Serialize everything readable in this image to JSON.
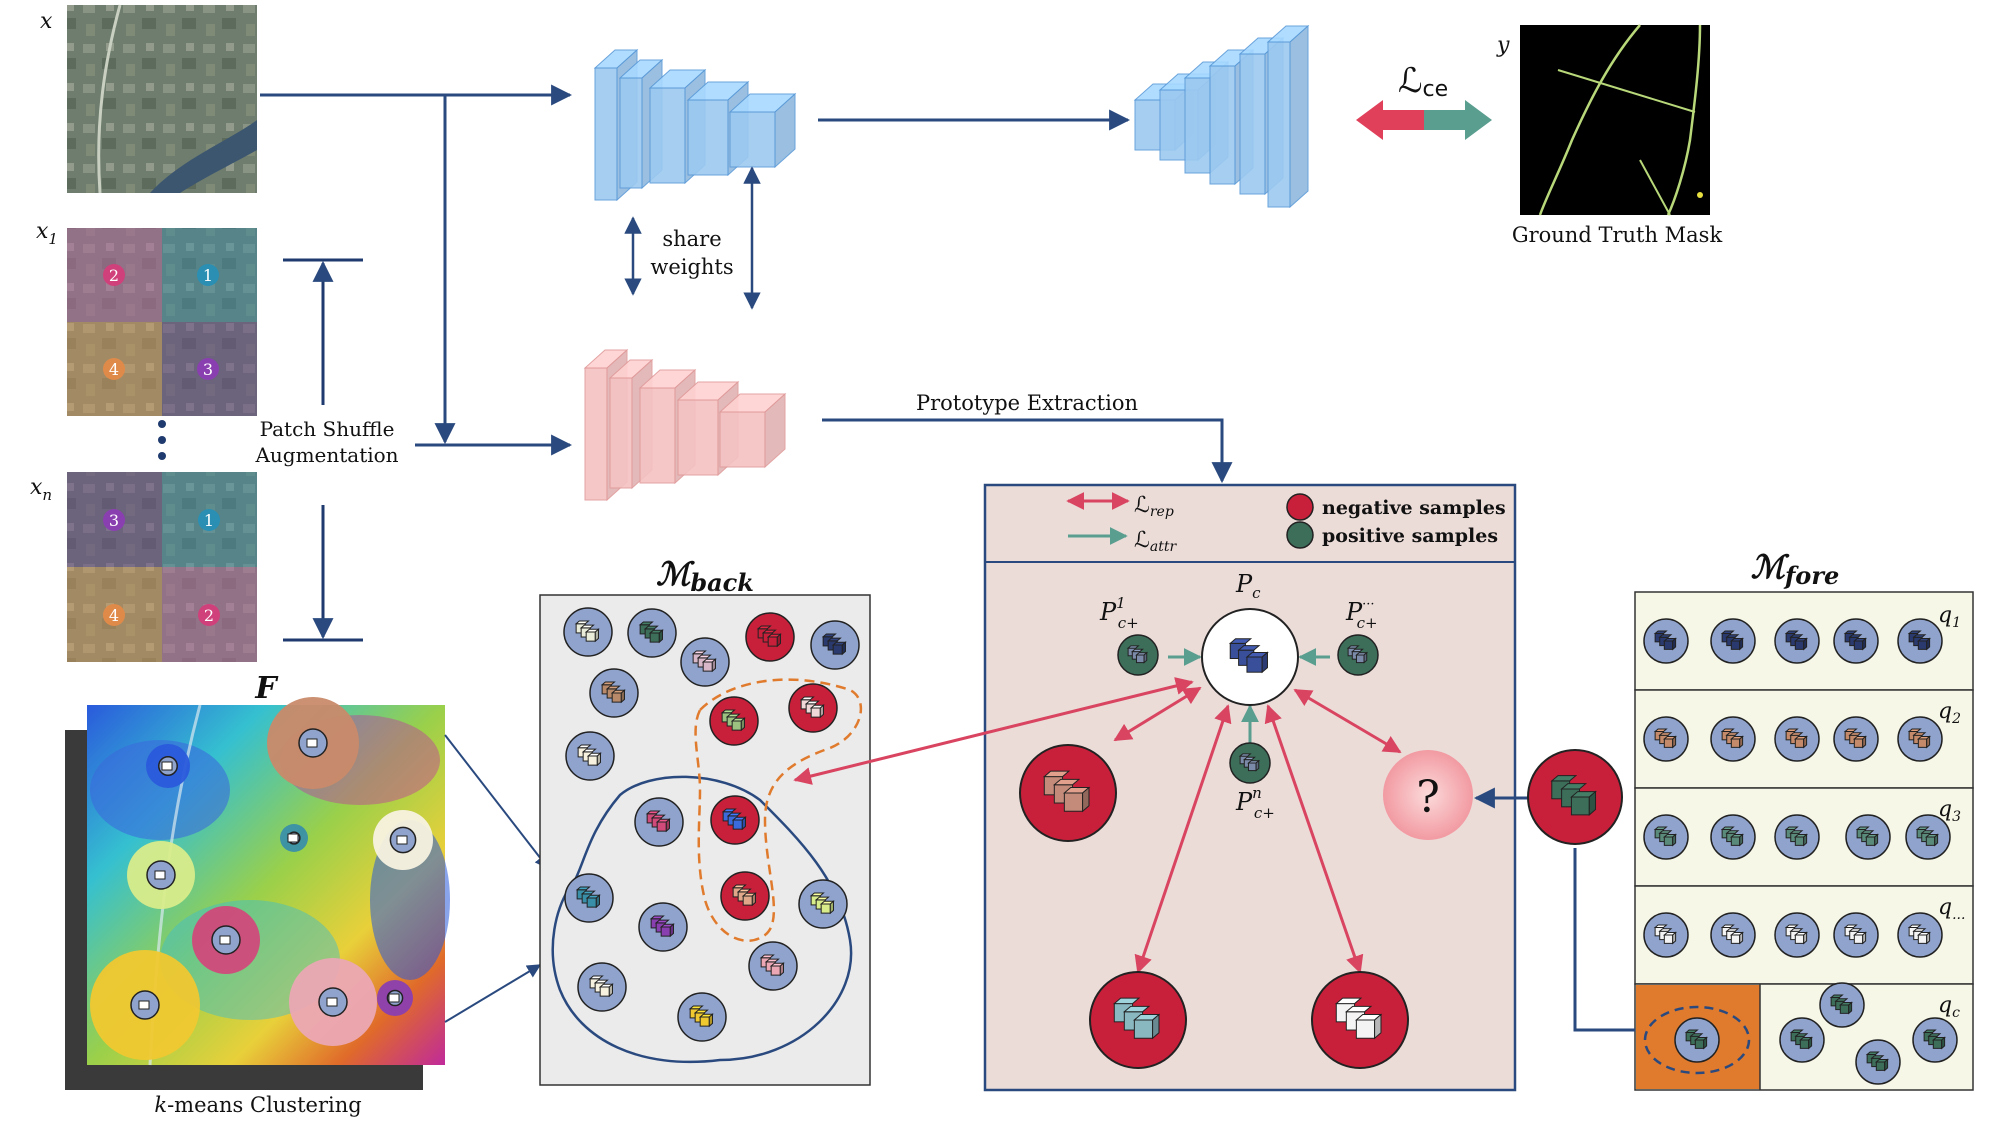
{
  "input_labels": {
    "x": "x",
    "x1": "x",
    "x1_sub": "1",
    "xn": "x",
    "xn_sub": "n",
    "y": "y"
  },
  "patch_numbers_x1": [
    "2",
    "1",
    "4",
    "3"
  ],
  "patch_numbers_xn": [
    "3",
    "1",
    "4",
    "2"
  ],
  "patch_colors": {
    "1": "#2a8fb3",
    "2": "#d0407a",
    "3": "#8a3fb0",
    "4": "#e08a4a"
  },
  "share_weights": [
    "share",
    "weights"
  ],
  "patch_shuffle": [
    "Patch Shuffle",
    "Augmentation"
  ],
  "ground_truth_label": "Ground Truth Mask",
  "loss_ce": {
    "symbol": "ℒ",
    "sub": "ce"
  },
  "prototype_extraction_label": "Prototype Extraction",
  "F_label": "F",
  "kmeans_label": {
    "k": "k",
    "rest": "-means Clustering"
  },
  "m_back": {
    "symbol": "ℳ",
    "sub": "back"
  },
  "m_fore": {
    "symbol": "ℳ",
    "sub": "fore"
  },
  "legend": {
    "rep": {
      "symbol": "ℒ",
      "sub": "rep"
    },
    "attr": {
      "symbol": "ℒ",
      "sub": "attr"
    },
    "negative": "negative samples",
    "positive": "positive samples"
  },
  "prototype_labels": {
    "pc": {
      "main": "P",
      "sub": "c"
    },
    "pc1": {
      "main": "P",
      "sup": "1",
      "sub": "c+"
    },
    "pcdots": {
      "main": "P",
      "sup": "···",
      "sub": "c+"
    },
    "pcn": {
      "main": "P",
      "sup": "n",
      "sub": "c+"
    }
  },
  "question_mark": "?",
  "queue_labels": [
    {
      "main": "q",
      "sub": "1"
    },
    {
      "main": "q",
      "sub": "2"
    },
    {
      "main": "q",
      "sub": "3"
    },
    {
      "main": "q",
      "sub": "..."
    },
    {
      "main": "q",
      "sub": "c"
    }
  ],
  "colors": {
    "arrow_navy": "#2a4a7f",
    "encoder_blue": "#9cc9f0",
    "encoder_pink": "#f4c2c2",
    "rep_red": "#d94460",
    "attr_teal": "#5a9e90",
    "neg_red": "#c8203a",
    "pos_green": "#3c6e5a",
    "sample_blue": "#8fa3cc",
    "panel_bg": "#ebdcd8",
    "mback_bg": "#ebebeb",
    "mfore_bg": "#f7f7e8",
    "orange": "#e07b2e"
  }
}
